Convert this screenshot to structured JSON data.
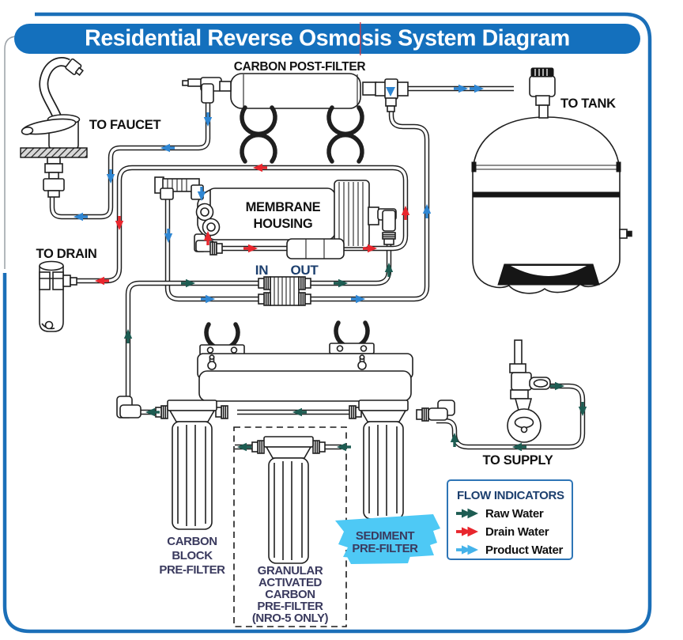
{
  "title": "Residential Reverse Osmosis System Diagram",
  "labels": {
    "post_filter": "CARBON POST-FILTER",
    "faucet": "TO FAUCET",
    "tank": "TO TANK",
    "drain": "TO DRAIN",
    "supply": "TO SUPPLY",
    "membrane": [
      "MEMBRANE",
      "HOUSING"
    ],
    "valve_in": "IN",
    "valve_out": "OUT",
    "carbon_block": [
      "CARBON",
      "BLOCK",
      "PRE-FILTER"
    ],
    "granular": [
      "GRANULAR",
      "ACTIVATED",
      "CARBON",
      "PRE-FILTER",
      "(NRO-5 ONLY)"
    ],
    "sediment": [
      "SEDIMENT",
      "PRE-FILTER"
    ]
  },
  "legend": {
    "title": "FLOW INDICATORS",
    "items": [
      {
        "label": "Raw Water",
        "color": "#1d5c52"
      },
      {
        "label": "Drain Water",
        "color": "#e8262d"
      },
      {
        "label": "Product Water",
        "color": "#45b3ea"
      }
    ]
  },
  "colors": {
    "accent": "#1470bd",
    "border": "#1b6fb8",
    "highlight": "#4ec9f5",
    "raw": "#1d5c52",
    "drain": "#e8262d",
    "product": "#2f86d2",
    "navy": "#1c3f6e",
    "label_dark": "#3a3a5e"
  }
}
